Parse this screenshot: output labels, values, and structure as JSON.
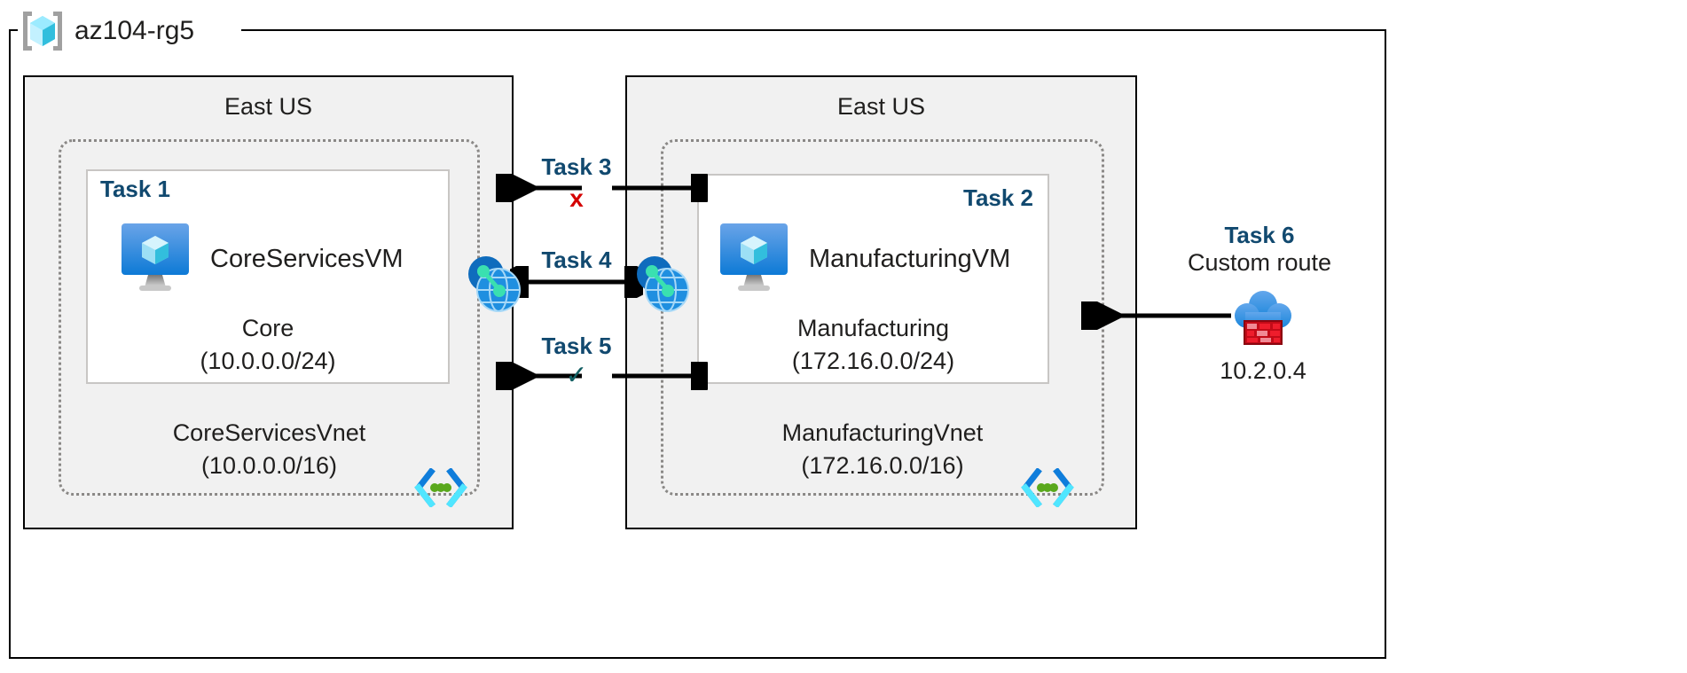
{
  "diagram": {
    "resource_group": {
      "name": "az104-rg5",
      "icon": "resource-group-cube-icon"
    },
    "left_region": {
      "label": "East US",
      "vnet": {
        "name": "CoreServicesVnet",
        "address_space": "(10.0.0.0/16)",
        "corner_icon": "code-brackets-dots-icon"
      },
      "subnet": {
        "name": "Core",
        "address_space": "(10.0.0.0/24)",
        "task_label": "Task 1",
        "vm": {
          "name": "CoreServicesVM",
          "icon": "virtual-machine-icon"
        }
      }
    },
    "right_region": {
      "label": "East US",
      "vnet": {
        "name": "ManufacturingVnet",
        "address_space": "(172.16.0.0/16)",
        "corner_icon": "code-brackets-dots-icon"
      },
      "subnet": {
        "name": "Manufacturing",
        "address_space": "(172.16.0.0/24)",
        "task_label": "Task 2",
        "vm": {
          "name": "ManufacturingVM",
          "icon": "virtual-machine-icon"
        }
      }
    },
    "connections": [
      {
        "task_label": "Task 3",
        "marker": "x",
        "marker_color": "#d40000",
        "style": "bidirectional-split-arrow"
      },
      {
        "task_label": "Task 4",
        "marker": "",
        "marker_color": "",
        "style": "double-headed-arrow",
        "endpoint_icon": "vnet-peering-icon"
      },
      {
        "task_label": "Task 5",
        "marker": "✓",
        "marker_color": "#125f63",
        "style": "bidirectional-split-arrow"
      }
    ],
    "custom_route": {
      "task_label": "Task 6",
      "title": "Custom route",
      "ip_address": "10.2.0.4",
      "icon": "firewall-cloud-icon",
      "arrow_direction": "left"
    }
  },
  "colors": {
    "task_blue": "#11496f",
    "region_fill": "#f1f1f1",
    "vnet_border": "#8a8886",
    "subnet_border": "#c8c6c4",
    "marker_red": "#d40000",
    "marker_teal": "#125f63",
    "azure_blue": "#0078d4",
    "icon_cyan": "#50e6ff"
  }
}
